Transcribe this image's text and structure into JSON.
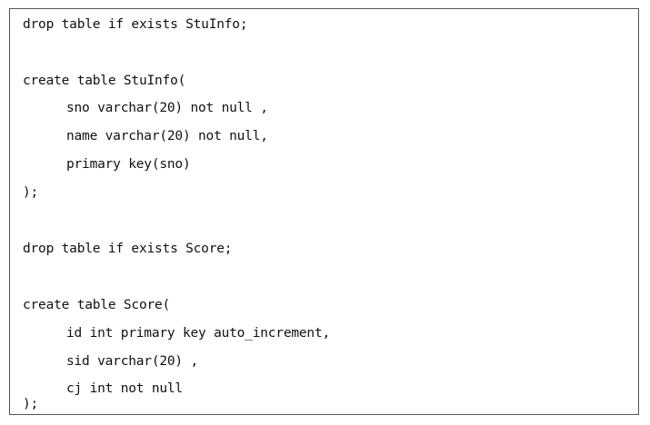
{
  "code": {
    "lines": [
      "drop table if exists StuInfo;",
      "create table StuInfo(",
      "sno varchar(20) not null ,",
      "name varchar(20) not null,",
      "primary key(sno)",
      ");",
      "drop table if exists Score;",
      "create table Score(",
      "id int primary key auto_increment,",
      "sid varchar(20) ,",
      "cj int not null",
      ");"
    ]
  }
}
